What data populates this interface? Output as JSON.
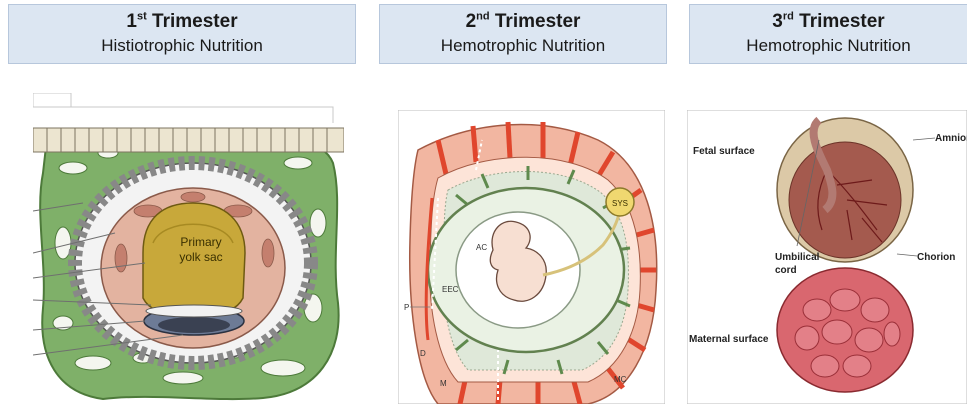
{
  "headers": [
    {
      "ordinal": "1",
      "suffix": "st",
      "word": "Trimester",
      "subtitle": "Histiotrophic Nutrition"
    },
    {
      "ordinal": "2",
      "suffix": "nd",
      "word": "Trimester",
      "subtitle": "Hemotrophic Nutrition"
    },
    {
      "ordinal": "3",
      "suffix": "rd",
      "word": "Trimester",
      "subtitle": "Hemotrophic Nutrition"
    }
  ],
  "panel1": {
    "label_line1": "Primary",
    "label_line2": "yolk sac"
  },
  "panel2": {
    "labels": {
      "sys": "SYS",
      "ac": "AC",
      "eec": "EEC",
      "p": "P",
      "d": "D",
      "m": "M",
      "mc": "MC"
    }
  },
  "panel3": {
    "fetal_surface": "Fetal surface",
    "amnion": "Amnion",
    "umbilical_line1": "Umbilical",
    "umbilical_line2": "cord",
    "chorion": "Chorion",
    "maternal_surface": "Maternal surface"
  }
}
